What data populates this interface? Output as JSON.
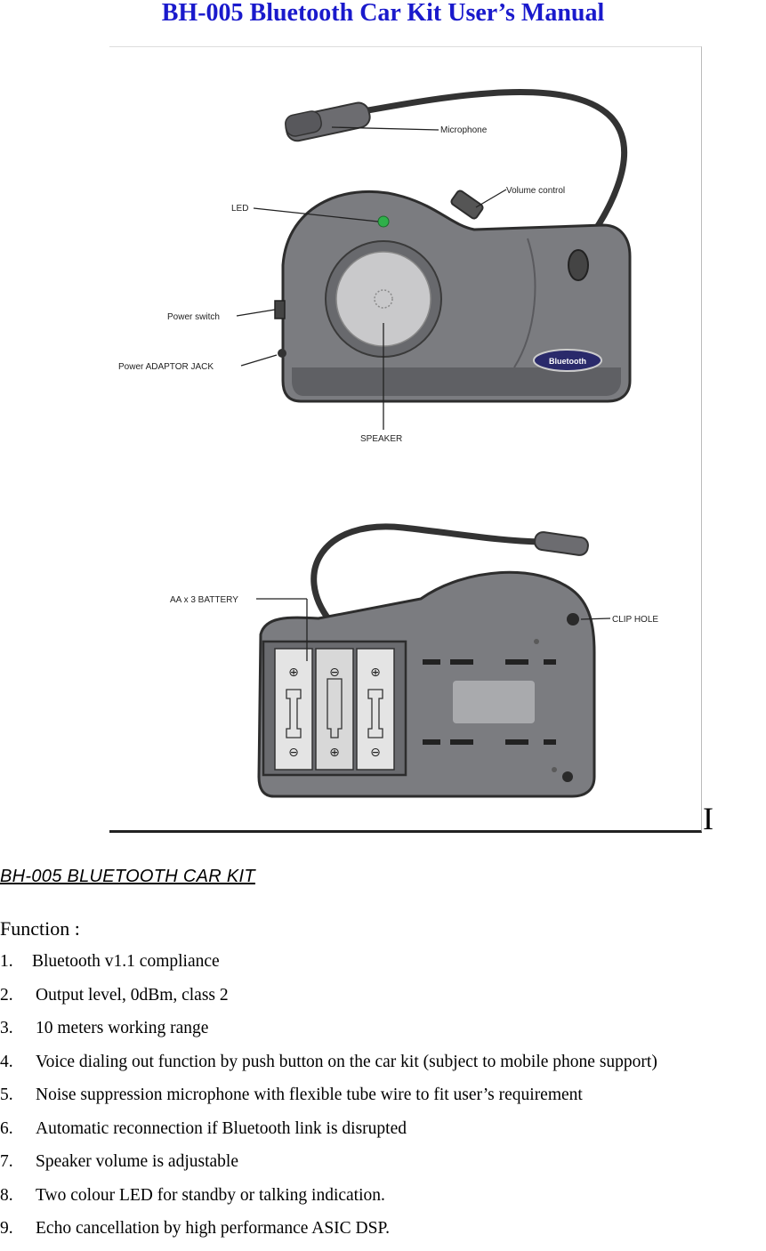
{
  "document": {
    "title": "BH-005 Bluetooth Car Kit User’s Manual",
    "figure": {
      "callouts": {
        "microphone": "Microphone",
        "volume_control": "Volume control",
        "led": "LED",
        "power_switch": "Power switch",
        "power_adaptor_jack": "Power ADAPTOR JACK",
        "speaker": "SPEAKER",
        "battery": "AA x 3 BATTERY",
        "clip_hole": "CLIP HOLE"
      },
      "badge_text": "Bluetooth",
      "side_mark": "I"
    },
    "section_heading": "BH-005 BLUETOOTH CAR KIT",
    "function_label": "Function :",
    "features": [
      {
        "num": "1.",
        "text": "Bluetooth v1.1 compliance"
      },
      {
        "num": "2.",
        "text": "Output level, 0dBm, class 2"
      },
      {
        "num": "3.",
        "text": "10 meters working range"
      },
      {
        "num": "4.",
        "text": "Voice dialing out function by push button on the car kit (subject to mobile phone support)"
      },
      {
        "num": "5.",
        "text": "Noise suppression microphone with flexible tube wire to fit user’s requirement"
      },
      {
        "num": "6.",
        "text": "Automatic reconnection if Bluetooth link is disrupted"
      },
      {
        "num": "7.",
        "text": "Speaker volume is adjustable"
      },
      {
        "num": "8.",
        "text": "Two colour LED for standby or talking indication."
      },
      {
        "num": "9.",
        "text": "Echo cancellation by high performance ASIC DSP."
      }
    ]
  }
}
